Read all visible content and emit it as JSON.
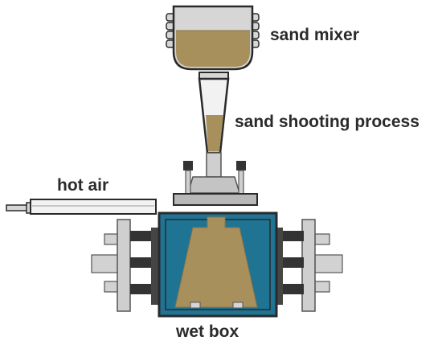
{
  "labels": {
    "sand_mixer": "sand mixer",
    "sand_shooting_process": "sand shooting process",
    "hot_air": "hot air",
    "wet_box": "wet box"
  },
  "colors": {
    "sand": "#a8905c",
    "wet_box_fill": "#1f7393",
    "outline": "#2a2a2a",
    "steel_light": "#d6d6d6",
    "steel_mid": "#b3b3b3",
    "steel_dark": "#3a3a3a"
  }
}
